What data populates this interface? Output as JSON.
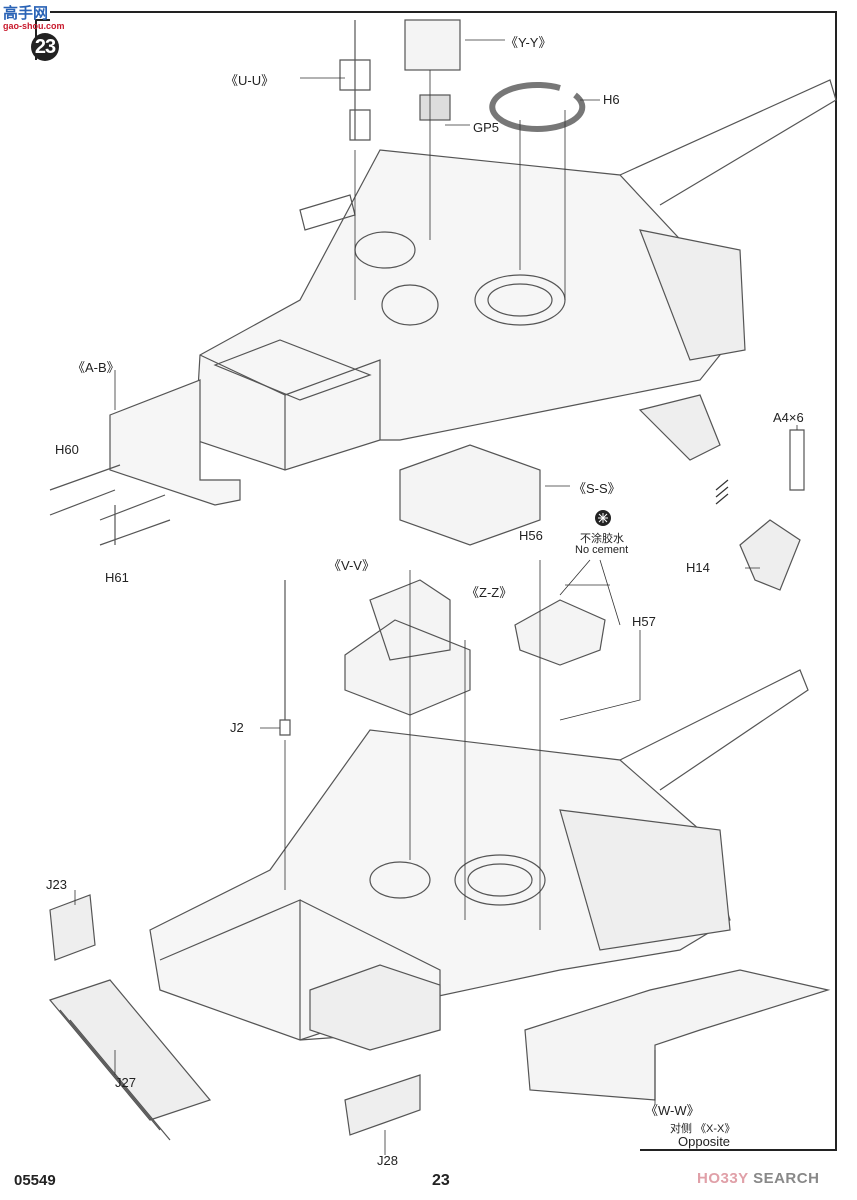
{
  "step": {
    "number": "23"
  },
  "watermarks": {
    "site_logo": "高手网",
    "site_url": "gao-shou.com",
    "hobby": "HO33Y",
    "search": "SEARCH"
  },
  "footer": {
    "kit_code": "05549",
    "page_number": "23"
  },
  "notes": {
    "no_cement_cn": "不涂胶水",
    "no_cement_en": "No cement",
    "opposite_cn": "对侧",
    "opposite_part": "《X-X》",
    "opposite_en": "Opposite"
  },
  "labels": {
    "uu": "《U-U》",
    "yy": "《Y-Y》",
    "h6": "H6",
    "gp5": "GP5",
    "ab": "《A-B》",
    "h60": "H60",
    "h61": "H61",
    "ss": "《S-S》",
    "a4": "A4×6",
    "h14": "H14",
    "h56": "H56",
    "vv": "《V-V》",
    "zz": "《Z-Z》",
    "h57": "H57",
    "j2": "J2",
    "j23": "J23",
    "j27": "J27",
    "j28": "J28",
    "ww": "《W-W》"
  }
}
